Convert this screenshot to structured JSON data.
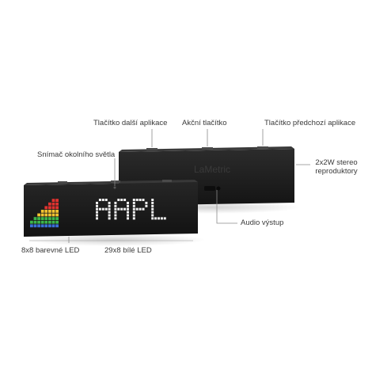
{
  "labels": {
    "next_app_button": "Tlačítko další aplikace",
    "action_button": "Akční tlačítko",
    "prev_app_button": "Tlačítko předchozí aplikace",
    "light_sensor": "Snímač okolního světla",
    "speakers_line1": "2x2W stereo",
    "speakers_line2": "reproduktory",
    "audio_output": "Audio výstup",
    "color_led": "8x8 barevné LED",
    "white_led": "29x8 bílé LED"
  },
  "display": {
    "ticker_text": "AAPL",
    "back_logo": "LaMetric",
    "color_bar_levels": [
      2,
      3,
      4,
      5,
      6,
      7,
      8,
      8
    ],
    "color_bar_colors": [
      "#3b6fd8",
      "#3b6fd8",
      "#f2c230",
      "#f2c230",
      "#e0322f",
      "#e0322f",
      "#3cb54a",
      "#3cb54a"
    ]
  },
  "colors": {
    "device_body": "#1e1e1e",
    "device_top": "#2a2a2a",
    "leader_line": "#8a8a8a",
    "label_text": "#3a3a3a"
  }
}
